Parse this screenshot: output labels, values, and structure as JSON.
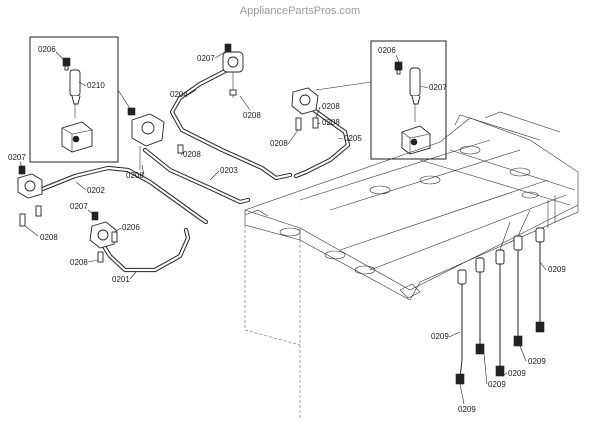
{
  "watermark": "AppliancePartsPros.com",
  "labels": {
    "p0206_inset": "0206",
    "p0210": "0210",
    "p0207_top": "0207",
    "p0204": "0204",
    "p0208_a": "0208",
    "p0206_inset2": "0206",
    "p0207_inset2": "0207",
    "p0208_b": "0208",
    "p0208_c": "0208",
    "p0205": "0205",
    "p0208_d": "0208",
    "p0207_left": "0207",
    "p0208_e": "0208",
    "p0203": "0203",
    "p0202": "0202",
    "p0207_mid": "0207",
    "p0206_mid": "0206",
    "p0208_f": "0208",
    "p0208_g": "0208",
    "p0201": "0201",
    "p0209_a": "0209",
    "p0209_b": "0209",
    "p0209_c": "0209",
    "p0209_d": "0209",
    "p0209_e": "0209",
    "p0209_f": "0209"
  }
}
